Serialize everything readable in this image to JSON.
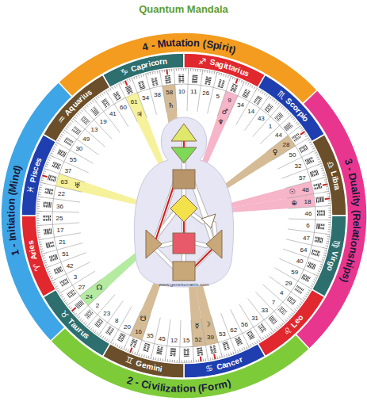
{
  "diagram": {
    "title": "Quantum Mandala",
    "nodes": [
      {
        "text": [
          "4 - Mutation (Spirit)"
        ]
      },
      {
        "text": [
          "3 - Duality (Relationships)"
        ]
      },
      {
        "text": [
          "2 - Civilization (Form)"
        ]
      },
      {
        "text": [
          "1 - Initiation (Mind)"
        ]
      },
      {
        "text": [
          "♑",
          "Capricorn"
        ]
      },
      {
        "text": [
          "♐",
          "Sagittarius"
        ]
      },
      {
        "text": [
          "♏",
          "Scorpio"
        ]
      },
      {
        "text": [
          "♎",
          "Libra"
        ]
      },
      {
        "text": [
          "♍",
          "Virgo"
        ]
      },
      {
        "text": [
          "♌",
          "Leo"
        ]
      },
      {
        "text": [
          "♋",
          "Cancer"
        ]
      },
      {
        "text": [
          "♊",
          "Gemini"
        ]
      },
      {
        "text": [
          "♉",
          "Taurus"
        ]
      },
      {
        "text": [
          "♈",
          "Aries"
        ]
      },
      {
        "text": [
          "♓",
          "Pisces"
        ]
      },
      {
        "text": [
          "♒",
          "Aquarius"
        ]
      }
    ],
    "labels": [
      "41",
      "19",
      "13",
      "49",
      "30",
      "55",
      "37",
      "63",
      "22",
      "36",
      "25",
      "17",
      "21",
      "51",
      "42",
      "3",
      "27",
      "24",
      "2",
      "23",
      "8",
      "20",
      "16",
      "35",
      "45",
      "12",
      "15",
      "52",
      "39",
      "53",
      "62",
      "56",
      "31",
      "33",
      "7",
      "4",
      "29",
      "59",
      "40",
      "64",
      "47",
      "6",
      "46",
      "18",
      "48",
      "57",
      "32",
      "50",
      "28",
      "44",
      "1",
      "43",
      "14",
      "34",
      "9",
      "5",
      "26",
      "11",
      "10",
      "58",
      "38",
      "54",
      "61",
      "60",
      "♃",
      "♄",
      "♂",
      "♆",
      "♀",
      "☉",
      "⊕",
      "☽",
      "☿",
      "☋",
      "☊",
      "♅",
      "www.geneticmatrix.com"
    ]
  }
}
